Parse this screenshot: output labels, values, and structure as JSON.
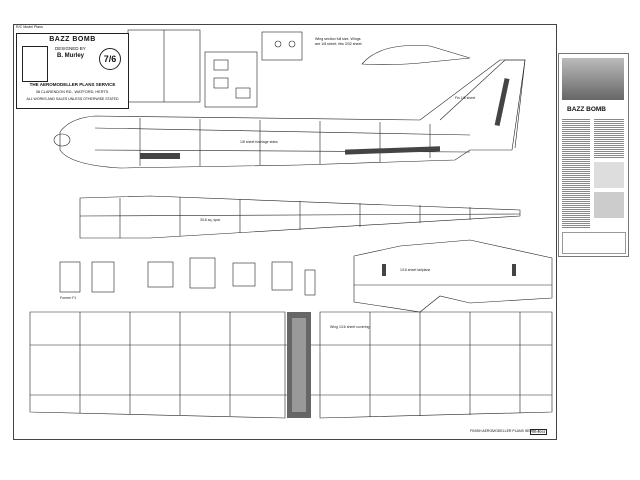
{
  "sheet": {
    "header_note": "R/C Model Plans",
    "title": "BAZZ BOMB",
    "designed_by": "DESIGNED BY",
    "designer": "B. Murley",
    "price": "7/6",
    "service": "THE AEROMODELLER PLANS SERVICE",
    "address": "38 CLARENDON RD., WATFORD, HERTS.",
    "rights": "ALL WORKS AND SALES UNLESS OTHERWISE STATED",
    "wing_section_note": "Wing section full size. Wings are 1/8 sheet; ribs 3/32 sheet.",
    "bottom_note": "FINISH AEROMODELLER PLANS SERVICE",
    "plan_code": "CL.1093",
    "labels": {
      "fuselage_side": "1/8 sheet fuselage sides",
      "fin": "Fin 1/8 sheet",
      "spar": "3/16 sq. spar",
      "former": "Former F1",
      "tailplane": "1/16 sheet tailplane",
      "wing": "Wing 1/16 sheet covering"
    }
  },
  "magazine": {
    "title": "BAZZ BOMB"
  },
  "colors": {
    "ink": "#111111",
    "paper": "#ffffff",
    "shading": "#555555"
  }
}
